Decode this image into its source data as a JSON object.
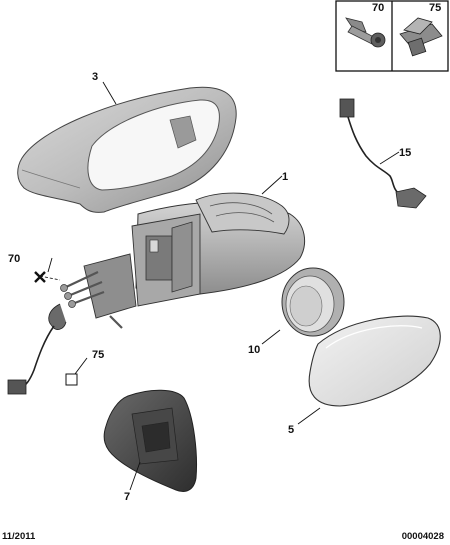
{
  "diagram": {
    "callouts": {
      "p1": "1",
      "p3": "3",
      "p5": "5",
      "p7": "7",
      "p10": "10",
      "p15": "15",
      "p70": "70",
      "p75": "75"
    },
    "inset": {
      "left_ref": "70",
      "right_ref": "75"
    },
    "footer": {
      "date": "11/2011",
      "reference": "00004028"
    }
  }
}
